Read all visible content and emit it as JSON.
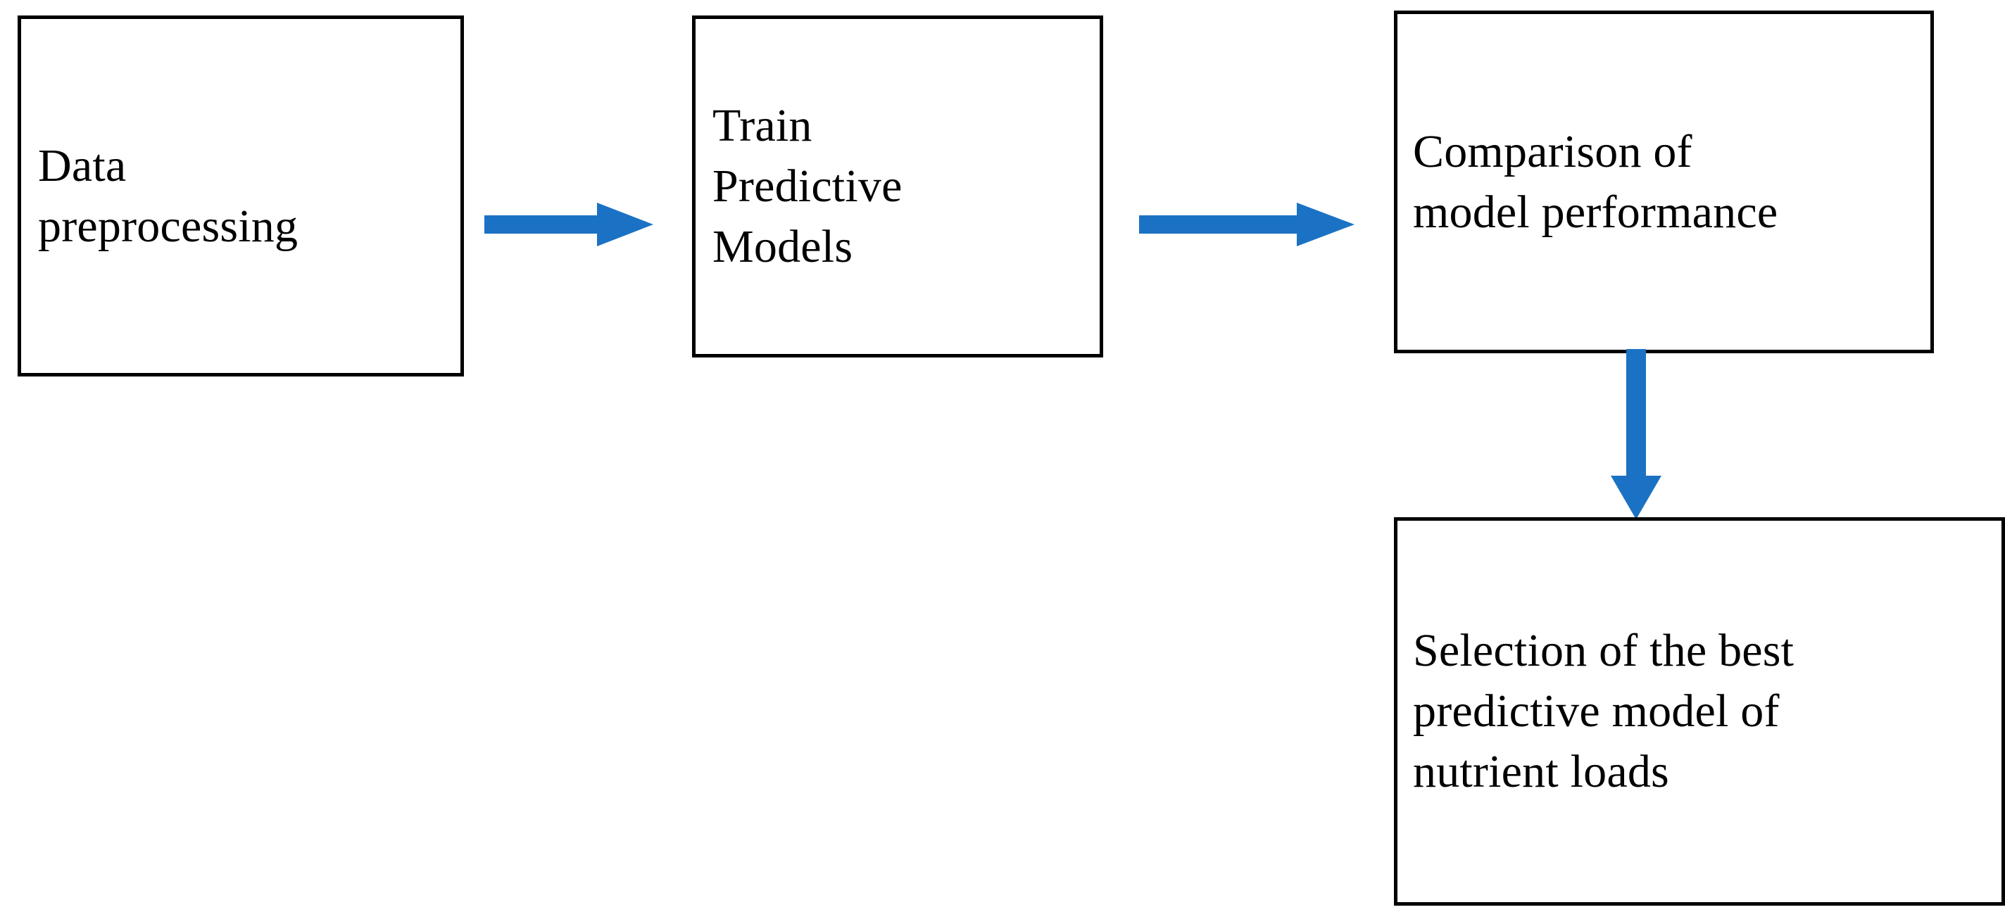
{
  "diagram": {
    "title": "Predictive modelling workflow flowchart",
    "type": "flowchart",
    "background_color": "#ffffff",
    "node_border_color": "#000000",
    "node_fill_color": "#ffffff",
    "text_color": "#000000",
    "arrow_color": "#1B72C4",
    "nodes": [
      {
        "id": "data-preprocessing",
        "label": "Data\npreprocessing",
        "lines": [
          "Data",
          "preprocessing"
        ],
        "order": 1
      },
      {
        "id": "train-models",
        "label": "Train\nPredictive\nModels",
        "lines": [
          "Train",
          "Predictive",
          "Models"
        ],
        "order": 2
      },
      {
        "id": "comparison",
        "label": "Comparison of\nmodel performance",
        "lines": [
          "Comparison of",
          "model performance"
        ],
        "order": 3
      },
      {
        "id": "selection",
        "label": "Selection of the best\npredictive model of\nnutrient loads",
        "lines": [
          "Selection of the best",
          "predictive model of",
          "nutrient loads"
        ],
        "order": 4
      }
    ],
    "edges": [
      {
        "id": "preprocess-to-train",
        "from": "data-preprocessing",
        "to": "train-models",
        "direction": "right",
        "label": ""
      },
      {
        "id": "train-to-comparison",
        "from": "train-models",
        "to": "comparison",
        "direction": "right",
        "label": ""
      },
      {
        "id": "comparison-to-selection",
        "from": "comparison",
        "to": "selection",
        "direction": "down",
        "label": ""
      }
    ]
  }
}
